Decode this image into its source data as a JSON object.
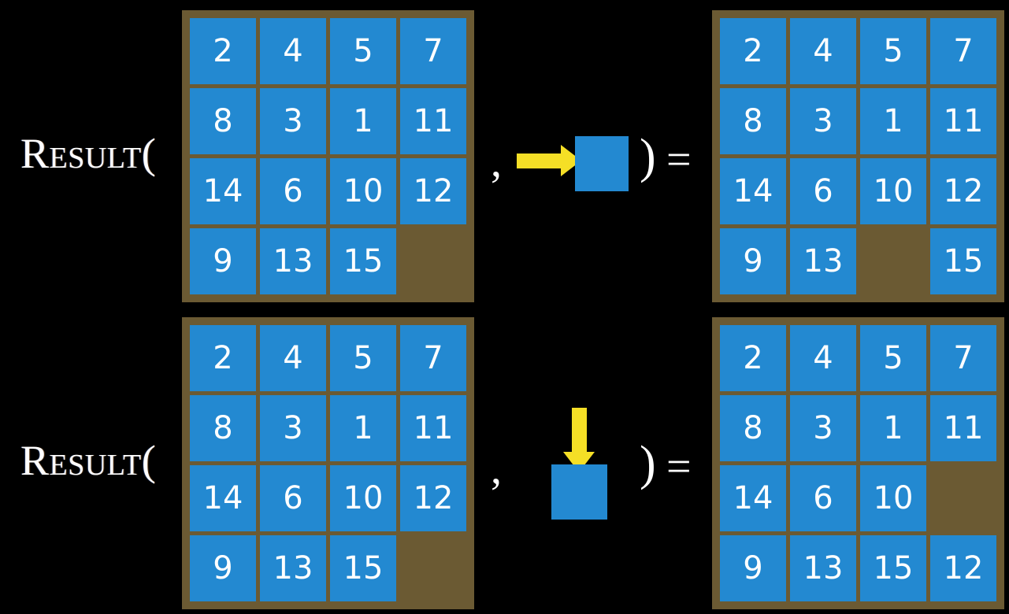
{
  "colors": {
    "background": "#000000",
    "board": "#6b5a33",
    "tile": "#2389d1",
    "tile_text": "#ffffff",
    "arrow": "#f5df26",
    "text": "#ffffff"
  },
  "rows": [
    {
      "label": "Result(",
      "comma": ",",
      "paren_close": ")",
      "equals": "=",
      "operator": {
        "icon": "arrow-right-icon",
        "direction": "right",
        "tile_label": ""
      },
      "input_grid": {
        "rows": 4,
        "cols": 4,
        "cells": [
          [
            "2",
            "4",
            "5",
            "7"
          ],
          [
            "8",
            "3",
            "1",
            "11"
          ],
          [
            "14",
            "6",
            "10",
            "12"
          ],
          [
            "9",
            "13",
            "15",
            ""
          ]
        ]
      },
      "output_grid": {
        "rows": 4,
        "cols": 4,
        "cells": [
          [
            "2",
            "4",
            "5",
            "7"
          ],
          [
            "8",
            "3",
            "1",
            "11"
          ],
          [
            "14",
            "6",
            "10",
            "12"
          ],
          [
            "9",
            "13",
            "",
            "15"
          ]
        ]
      }
    },
    {
      "label": "Result(",
      "comma": ",",
      "paren_close": ")",
      "equals": "=",
      "operator": {
        "icon": "arrow-down-icon",
        "direction": "down",
        "tile_label": ""
      },
      "input_grid": {
        "rows": 4,
        "cols": 4,
        "cells": [
          [
            "2",
            "4",
            "5",
            "7"
          ],
          [
            "8",
            "3",
            "1",
            "11"
          ],
          [
            "14",
            "6",
            "10",
            "12"
          ],
          [
            "9",
            "13",
            "15",
            ""
          ]
        ]
      },
      "output_grid": {
        "rows": 4,
        "cols": 4,
        "cells": [
          [
            "2",
            "4",
            "5",
            "7"
          ],
          [
            "8",
            "3",
            "1",
            "11"
          ],
          [
            "14",
            "6",
            "10",
            ""
          ],
          [
            "9",
            "13",
            "15",
            "12"
          ]
        ]
      }
    }
  ]
}
